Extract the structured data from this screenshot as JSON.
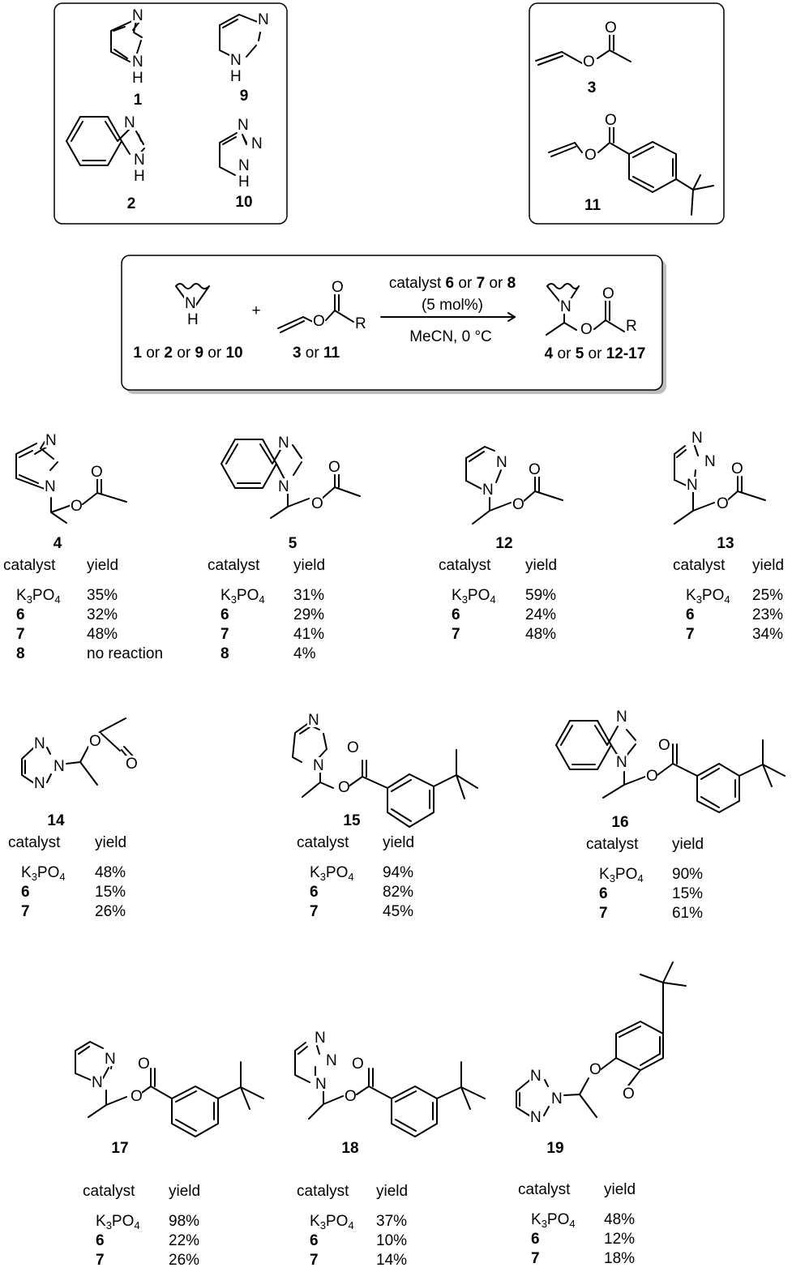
{
  "compound_labels": {
    "c1": "1",
    "c2": "2",
    "c9": "9",
    "c10": "10",
    "c3": "3",
    "c11": "11",
    "c4": "4",
    "c5": "5",
    "c12": "12",
    "c13": "13",
    "c14": "14",
    "c15": "15",
    "c16": "16",
    "c17": "17",
    "c18": "18",
    "c19": "19"
  },
  "atoms": {
    "N": "N",
    "H": "H",
    "O": "O",
    "R": "R"
  },
  "scheme": {
    "plus": "+",
    "amine_label": [
      {
        "t": "1",
        "b": true
      },
      {
        "t": " or ",
        "b": false
      },
      {
        "t": "2",
        "b": true
      },
      {
        "t": " or ",
        "b": false
      },
      {
        "t": "9",
        "b": true
      },
      {
        "t": " or ",
        "b": false
      },
      {
        "t": "10",
        "b": true
      }
    ],
    "ester_label": [
      {
        "t": "3",
        "b": true
      },
      {
        "t": " or ",
        "b": false
      },
      {
        "t": "11",
        "b": true
      }
    ],
    "catalyst_line": [
      {
        "t": "catalyst ",
        "b": false
      },
      {
        "t": "6",
        "b": true
      },
      {
        "t": " or ",
        "b": false
      },
      {
        "t": "7",
        "b": true
      },
      {
        "t": " or ",
        "b": false
      },
      {
        "t": "8",
        "b": true
      }
    ],
    "loading": "(5 mol%)",
    "conditions": "MeCN, 0 °C",
    "product_label": [
      {
        "t": "4",
        "b": true
      },
      {
        "t": " or ",
        "b": false
      },
      {
        "t": "5",
        "b": true
      },
      {
        "t": " or ",
        "b": false
      },
      {
        "t": "12-17",
        "b": true
      }
    ]
  },
  "table_header": {
    "catalyst": "catalyst",
    "yield": "yield"
  },
  "base_catalyst": {
    "main": "K",
    "sub1": "3",
    "mid": "PO",
    "sub2": "4"
  },
  "tables": [
    {
      "compound": "4",
      "rows": [
        [
          "K3PO4",
          "35%"
        ],
        [
          "6",
          "32%"
        ],
        [
          "7",
          "48%"
        ],
        [
          "8",
          "no reaction"
        ]
      ]
    },
    {
      "compound": "5",
      "rows": [
        [
          "K3PO4",
          "31%"
        ],
        [
          "6",
          "29%"
        ],
        [
          "7",
          "41%"
        ],
        [
          "8",
          "4%"
        ]
      ]
    },
    {
      "compound": "12",
      "rows": [
        [
          "K3PO4",
          "59%"
        ],
        [
          "6",
          "24%"
        ],
        [
          "7",
          "48%"
        ]
      ]
    },
    {
      "compound": "13",
      "rows": [
        [
          "K3PO4",
          "25%"
        ],
        [
          "6",
          "23%"
        ],
        [
          "7",
          "34%"
        ]
      ]
    },
    {
      "compound": "14",
      "rows": [
        [
          "K3PO4",
          "48%"
        ],
        [
          "6",
          "15%"
        ],
        [
          "7",
          "26%"
        ]
      ]
    },
    {
      "compound": "15",
      "rows": [
        [
          "K3PO4",
          "94%"
        ],
        [
          "6",
          "82%"
        ],
        [
          "7",
          "45%"
        ]
      ]
    },
    {
      "compound": "16",
      "rows": [
        [
          "K3PO4",
          "90%"
        ],
        [
          "6",
          "15%"
        ],
        [
          "7",
          "61%"
        ]
      ]
    },
    {
      "compound": "17",
      "rows": [
        [
          "K3PO4",
          "98%"
        ],
        [
          "6",
          "22%"
        ],
        [
          "7",
          "26%"
        ]
      ]
    },
    {
      "compound": "18",
      "rows": [
        [
          "K3PO4",
          "37%"
        ],
        [
          "6",
          "10%"
        ],
        [
          "7",
          "14%"
        ]
      ]
    },
    {
      "compound": "19",
      "rows": [
        [
          "K3PO4",
          "48%"
        ],
        [
          "6",
          "12%"
        ],
        [
          "7",
          "18%"
        ]
      ]
    }
  ]
}
